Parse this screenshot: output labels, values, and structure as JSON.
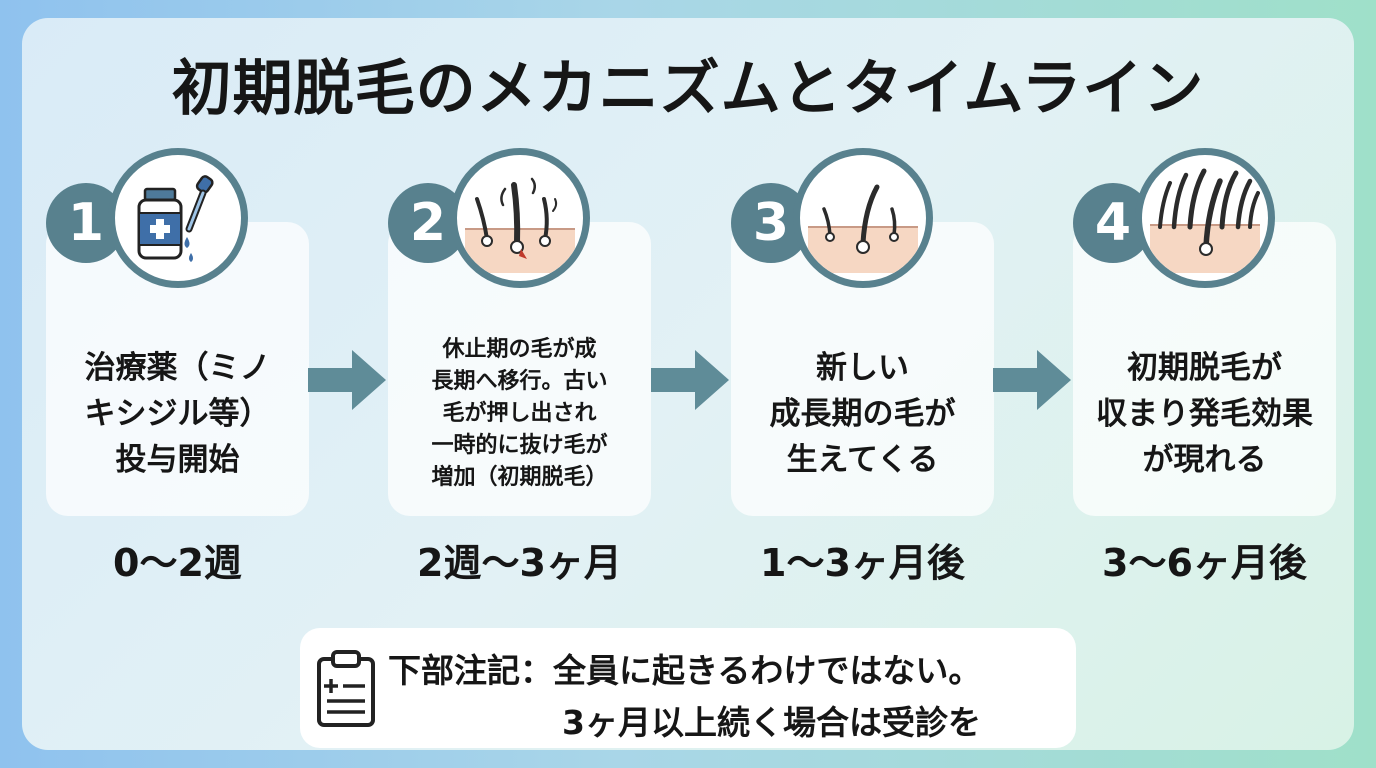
{
  "title": "初期脱毛のメカニズムとタイムライン",
  "colors": {
    "accent": "#58818e",
    "arrow": "#5f8c98",
    "skin": "#f6d7c3"
  },
  "steps": [
    {
      "number": "1",
      "icon": "medicine-bottle-dropper-icon",
      "text": "治療薬（ミノ\nキシジル等）\n投与開始",
      "timeline": "0〜2週"
    },
    {
      "number": "2",
      "icon": "hair-shedding-icon",
      "text": "休止期の毛が成\n長期へ移行。古い\n毛が押し出され\n一時的に抜け毛が\n増加（初期脱毛）",
      "timeline": "2週〜3ヶ月"
    },
    {
      "number": "3",
      "icon": "new-hair-growth-icon",
      "text": "新しい\n成長期の毛が\n生えてくる",
      "timeline": "1〜3ヶ月後"
    },
    {
      "number": "4",
      "icon": "dense-hair-growth-icon",
      "text": "初期脱毛が\n収まり発毛効果\nが現れる",
      "timeline": "3〜6ヶ月後"
    }
  ],
  "note": {
    "icon": "clipboard-icon",
    "line1": "下部注記：全員に起きるわけではない。",
    "line2": "3ヶ月以上続く場合は受診を"
  }
}
